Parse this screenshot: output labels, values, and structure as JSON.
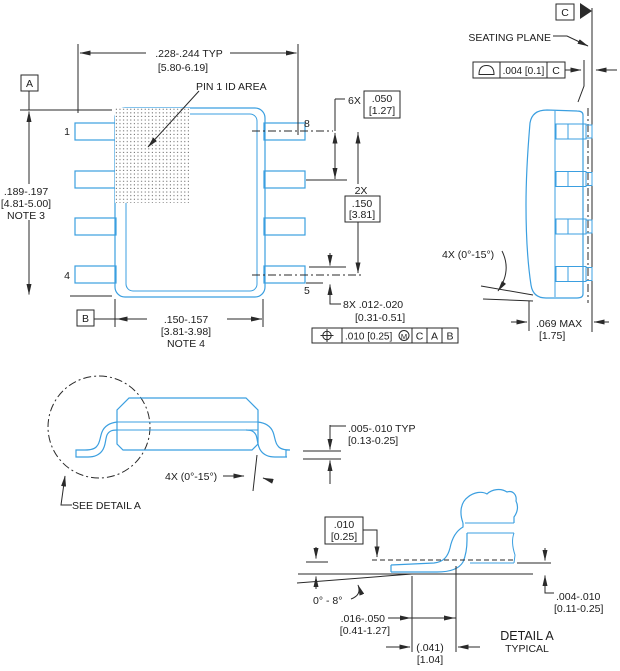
{
  "colors": {
    "outline_blue": "#3b9fe0",
    "line_dark": "#2a2a2a"
  },
  "top_view": {
    "overall_width": ".228-.244 TYP",
    "overall_width_mm": "[5.80-6.19]",
    "pin1_id_label": "PIN 1 ID AREA",
    "datum_a": "A",
    "datum_b": "B",
    "pin_1": "1",
    "pin_4": "4",
    "pin_8": "8",
    "pin_5": "5",
    "body_length": ".189-.197",
    "body_length_mm": "[4.81-5.00]",
    "body_length_note": "NOTE 3",
    "pitch_qty": "6X",
    "pitch": ".050",
    "pitch_mm": "[1.27]",
    "span_qty": "2X",
    "span": ".150",
    "span_mm": "[3.81]",
    "body_width": ".150-.157",
    "body_width_mm": "[3.81-3.98]",
    "body_width_note": "NOTE 4",
    "lead_width": "8X .012-.020",
    "lead_width_mm": "[0.31-0.51]",
    "position_tol": ".010 [0.25]",
    "position_modifier": "M",
    "position_datum_1": "C",
    "position_datum_2": "A",
    "position_datum_3": "B"
  },
  "side_view": {
    "datum_c": "C",
    "seating_plane": "SEATING PLANE",
    "flatness_tol": ".004 [0.1]",
    "flatness_datum": "C",
    "lead_angle": "4X (0°-15°)",
    "height": ".069 MAX",
    "height_mm": "[1.75]"
  },
  "front_view": {
    "see_detail": "SEE DETAIL A",
    "lead_angle": "4X (0°-15°)",
    "standoff": ".005-.010 TYP",
    "standoff_mm": "[0.13-0.25]"
  },
  "detail_a": {
    "gauge_plane": ".010",
    "gauge_plane_mm": "[0.25]",
    "foot_angle": "0° - 8°",
    "foot_length": ".016-.050",
    "foot_length_mm": "[0.41-1.27]",
    "lead_length": "(.041)",
    "lead_length_mm": "[1.04]",
    "lead_thickness": ".004-.010",
    "lead_thickness_mm": "[0.11-0.25]",
    "title": "DETAIL A",
    "subtitle": "TYPICAL"
  }
}
